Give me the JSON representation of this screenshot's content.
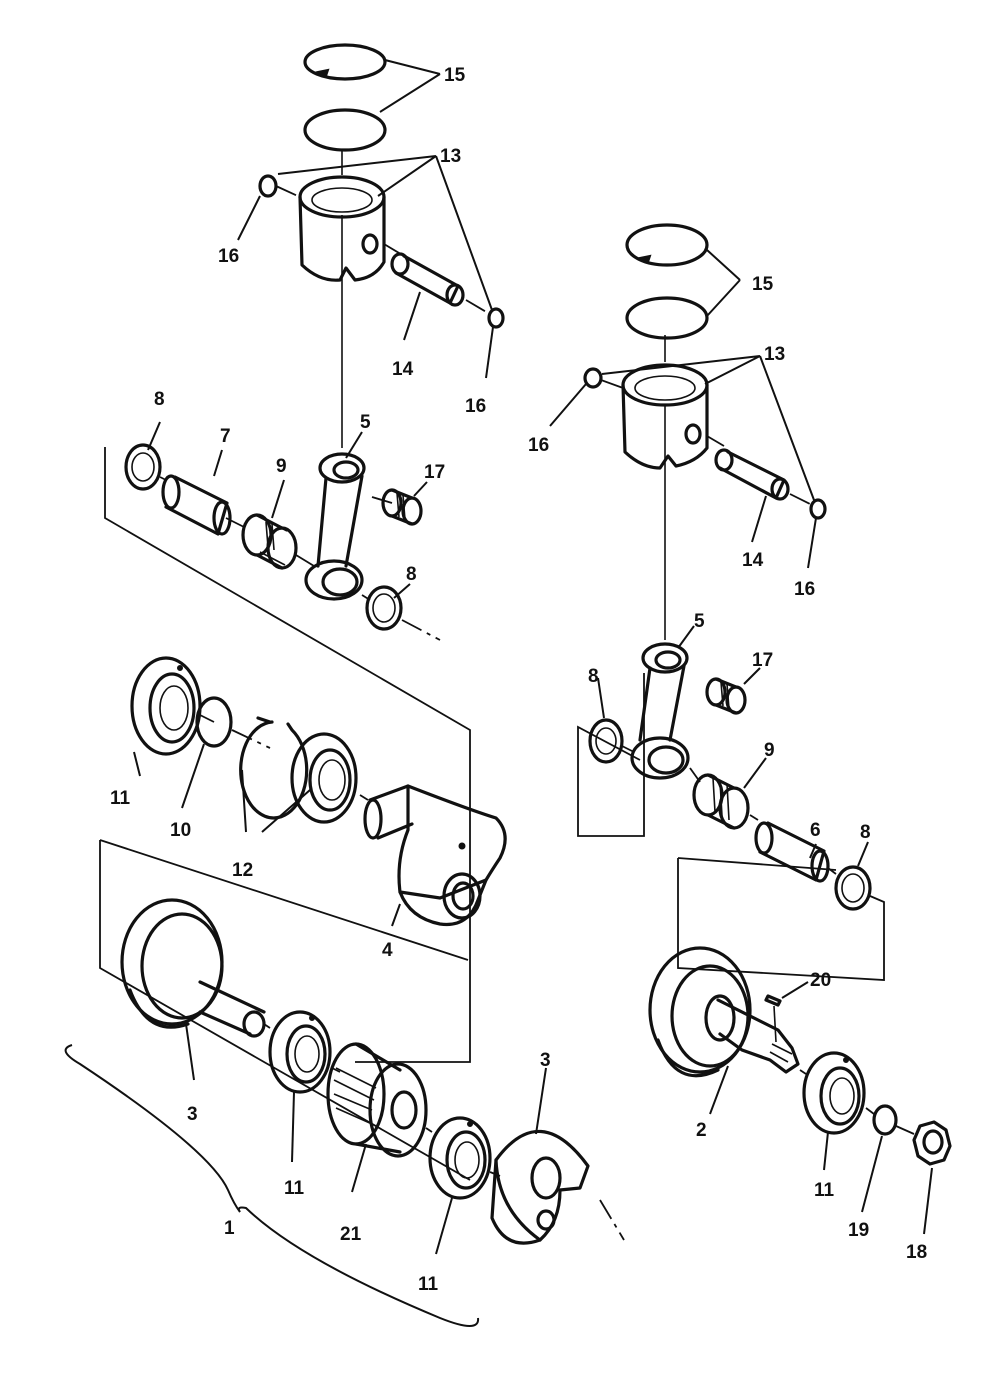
{
  "callouts": {
    "left": {
      "p15": "15",
      "p13": "13",
      "p16a": "16",
      "p14": "14",
      "p16b": "16",
      "p8a": "8",
      "p7": "7",
      "p9": "9",
      "p5": "5",
      "p17": "17",
      "p8b": "8",
      "p11a": "11",
      "p10": "10",
      "p12": "12",
      "p4": "4",
      "p3a": "3",
      "p11b": "11",
      "p21": "21",
      "p3b": "3",
      "p11c": "11",
      "p1": "1"
    },
    "right": {
      "p15": "15",
      "p13": "13",
      "p16a": "16",
      "p14": "14",
      "p16b": "16",
      "p5": "5",
      "p17": "17",
      "p8a": "8",
      "p9": "9",
      "p6": "6",
      "p8b": "8",
      "p20": "20",
      "p2": "2",
      "p11": "11",
      "p19": "19",
      "p18": "18"
    }
  }
}
